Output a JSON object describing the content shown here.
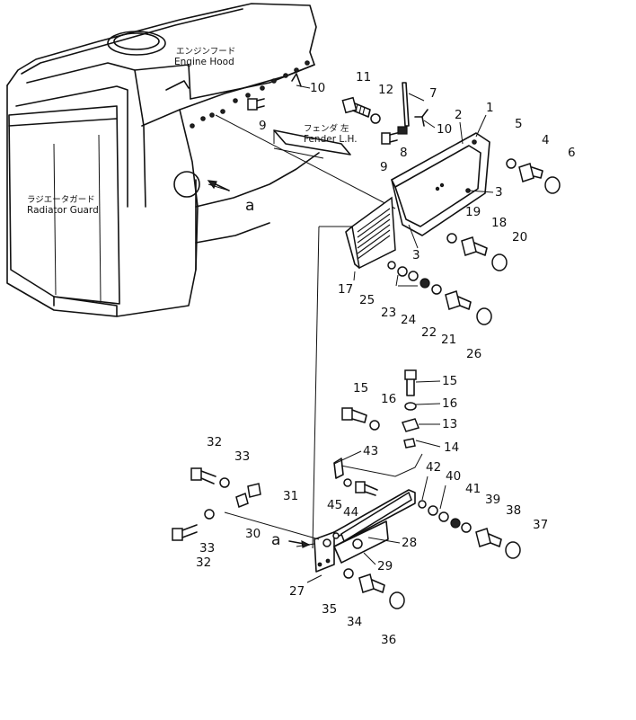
{
  "annotations": {
    "engine_hood_jp": "エンジンフード",
    "engine_hood_en": "Engine Hood",
    "fender_jp": "フェンダ 左",
    "fender_en": "Fender L.H.",
    "radiator_guard_jp": "ラジエータガード",
    "radiator_guard_en": "Radiator Guard",
    "view_marker_top": "a",
    "view_marker_bottom": "a"
  },
  "part_numbers": {
    "p1": "1",
    "p2": "2",
    "p3a": "3",
    "p3b": "3",
    "p4": "4",
    "p5": "5",
    "p6": "6",
    "p7": "7",
    "p8": "8",
    "p9a": "9",
    "p9b": "9",
    "p10a": "10",
    "p10b": "10",
    "p11": "11",
    "p12": "12",
    "p13": "13",
    "p14": "14",
    "p15a": "15",
    "p15b": "15",
    "p16a": "16",
    "p16b": "16",
    "p17": "17",
    "p18": "18",
    "p19": "19",
    "p20": "20",
    "p21": "21",
    "p22": "22",
    "p23": "23",
    "p24": "24",
    "p25": "25",
    "p26": "26",
    "p27": "27",
    "p28": "28",
    "p29": "29",
    "p30": "30",
    "p31": "31",
    "p32a": "32",
    "p32b": "32",
    "p33a": "33",
    "p33b": "33",
    "p34": "34",
    "p35": "35",
    "p36": "36",
    "p37": "37",
    "p38": "38",
    "p39": "39",
    "p40": "40",
    "p41": "41",
    "p42": "42",
    "p43": "43",
    "p44": "44",
    "p45": "45"
  }
}
